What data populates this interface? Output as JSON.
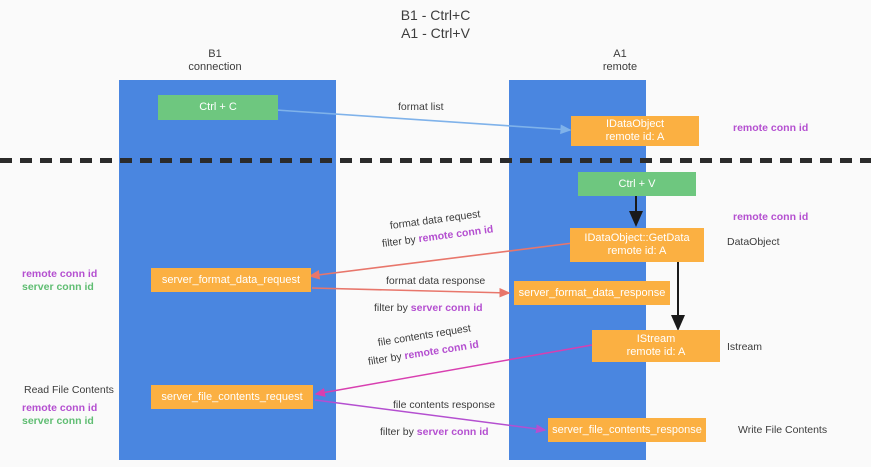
{
  "title": {
    "line1": "B1 - Ctrl+C",
    "line2": "A1 - Ctrl+V"
  },
  "columns": {
    "left": {
      "name": "B1",
      "role": "connection"
    },
    "right": {
      "name": "A1",
      "role": "remote"
    }
  },
  "colors": {
    "lane": "#4a86e0",
    "box_green": "#6ec77f",
    "box_orange": "#fbb042",
    "purple": "#b44fd0",
    "green_text": "#5fbd72",
    "arrow_blue": "#7fb2ea",
    "arrow_red": "#e8766b",
    "arrow_black": "#1a1a1a",
    "arrow_magenta": "#d83fb0",
    "arrow_purple": "#b44fd0",
    "dash": "#2b2b2b",
    "background": "#fafafa"
  },
  "boxes": {
    "ctrl_c": {
      "label": "Ctrl + C",
      "kind": "green"
    },
    "ctrl_v": {
      "label": "Ctrl + V",
      "kind": "green"
    },
    "idataobject": {
      "line1": "IDataObject",
      "line2": "remote id: A",
      "kind": "orange"
    },
    "idataobject_getdata": {
      "line1": "IDataObject::GetData",
      "line2": "remote id: A",
      "kind": "orange"
    },
    "istream": {
      "line1": "IStream",
      "line2": "remote id: A",
      "kind": "orange"
    },
    "server_format_data_request": {
      "label": "server_format_data_request",
      "kind": "orange"
    },
    "server_format_data_response": {
      "label": "server_format_data_response",
      "kind": "orange"
    },
    "server_file_contents_request": {
      "label": "server_file_contents_request",
      "kind": "orange"
    },
    "server_file_contents_response": {
      "label": "server_file_contents_response",
      "kind": "orange"
    }
  },
  "edge_labels": {
    "format_list": "format list",
    "format_data_request": "format data request",
    "format_data_request_filter_prefix": "filter by ",
    "format_data_request_filter_key": "remote conn id",
    "format_data_response": "format data response",
    "format_data_response_filter_prefix": "filter by ",
    "format_data_response_filter_key": "server conn id",
    "file_contents_request": "file contents request",
    "file_contents_request_filter_prefix": "filter by ",
    "file_contents_request_filter_key": "remote conn id",
    "file_contents_response": "file contents response",
    "file_contents_response_filter_prefix": "filter by ",
    "file_contents_response_filter_key": "server conn id"
  },
  "right_annotations": {
    "remote_conn_id_top": "remote conn id",
    "remote_conn_id_mid": "remote conn id",
    "dataobject": "DataObject",
    "istream": "Istream",
    "write_file_contents": "Write File Contents"
  },
  "left_annotations": {
    "remote_conn_id_1": "remote conn id",
    "server_conn_id_1": "server conn id",
    "read_file_contents": "Read File Contents",
    "remote_conn_id_2": "remote conn id",
    "server_conn_id_2": "server conn id"
  }
}
